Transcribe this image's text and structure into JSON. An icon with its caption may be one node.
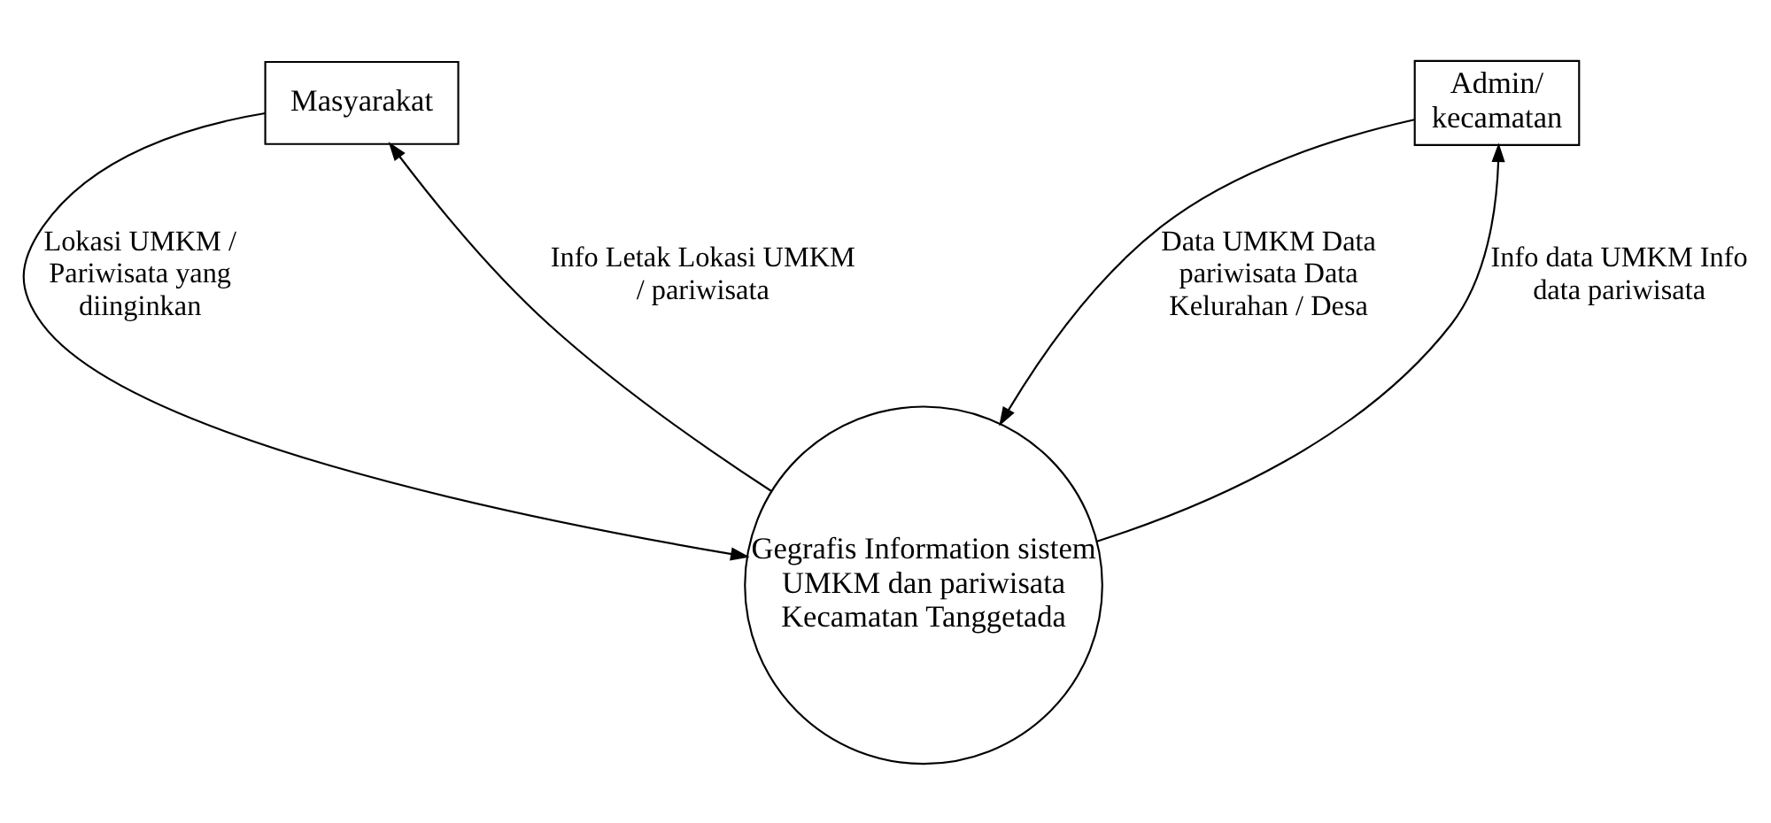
{
  "diagram": {
    "nodes": [
      {
        "text": [
          "Masyarakat"
        ]
      },
      {
        "text": [
          "Admin/ kecamatan"
        ]
      },
      {
        "text": [
          "Gegrafis Information sistem UMKM dan pariwisata Kecamatan Tanggetada"
        ]
      }
    ],
    "edges": [
      {
        "from": 0,
        "to": 2,
        "arrow": "to",
        "label": "Lokasi UMKM / Pariwisata yang diinginkan"
      },
      {
        "from": 2,
        "to": 0,
        "arrow": "to",
        "label": "Info Letak Lokasi UMKM / pariwisata"
      },
      {
        "from": 2,
        "to": 1,
        "arrow": "to",
        "label": "Info data UMKM Info data pariwisata"
      },
      {
        "from": 1,
        "to": 2,
        "arrow": "to",
        "label": "Data UMKM Data pariwisata Data Kelurahan / Desa"
      }
    ]
  }
}
